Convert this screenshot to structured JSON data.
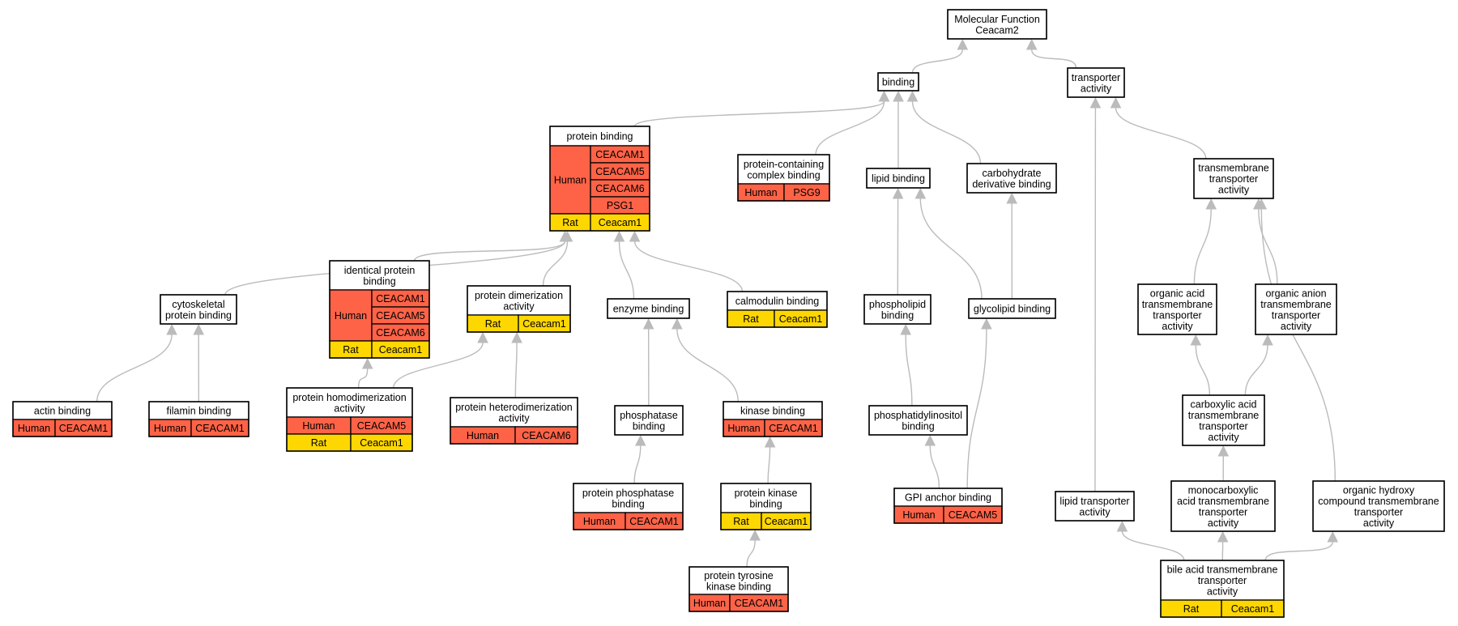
{
  "colors": {
    "human": "#ff6347",
    "rat": "#ffd700",
    "edge": "#bbbbbb",
    "border": "#000000"
  },
  "nodes": [
    {
      "id": "mf",
      "lines": [
        "Molecular Function",
        "Ceacam2"
      ],
      "species": []
    },
    {
      "id": "binding",
      "lines": [
        "binding"
      ],
      "species": []
    },
    {
      "id": "transporter",
      "lines": [
        "transporter",
        "activity"
      ],
      "species": []
    },
    {
      "id": "protein_binding",
      "lines": [
        "protein binding"
      ],
      "species": [
        {
          "name": "Human",
          "genes": [
            "CEACAM1",
            "CEACAM5",
            "CEACAM6",
            "PSG1"
          ]
        },
        {
          "name": "Rat",
          "genes": [
            "Ceacam1"
          ]
        }
      ]
    },
    {
      "id": "pccb",
      "lines": [
        "protein-containing",
        "complex binding"
      ],
      "species": [
        {
          "name": "Human",
          "genes": [
            "PSG9"
          ]
        }
      ]
    },
    {
      "id": "lipid_binding",
      "lines": [
        "lipid binding"
      ],
      "species": []
    },
    {
      "id": "carb",
      "lines": [
        "carbohydrate",
        "derivative binding"
      ],
      "species": []
    },
    {
      "id": "tm_transporter",
      "lines": [
        "transmembrane",
        "transporter",
        "activity"
      ],
      "species": []
    },
    {
      "id": "identical",
      "lines": [
        "identical protein",
        "binding"
      ],
      "species": [
        {
          "name": "Human",
          "genes": [
            "CEACAM1",
            "CEACAM5",
            "CEACAM6"
          ]
        },
        {
          "name": "Rat",
          "genes": [
            "Ceacam1"
          ]
        }
      ]
    },
    {
      "id": "dimer",
      "lines": [
        "protein dimerization",
        "activity"
      ],
      "species": [
        {
          "name": "Rat",
          "genes": [
            "Ceacam1"
          ]
        }
      ]
    },
    {
      "id": "cytoskeletal",
      "lines": [
        "cytoskeletal",
        "protein binding"
      ],
      "species": []
    },
    {
      "id": "enzyme",
      "lines": [
        "enzyme binding"
      ],
      "species": []
    },
    {
      "id": "calmodulin",
      "lines": [
        "calmodulin binding"
      ],
      "species": [
        {
          "name": "Rat",
          "genes": [
            "Ceacam1"
          ]
        }
      ]
    },
    {
      "id": "phospholipid",
      "lines": [
        "phospholipid",
        "binding"
      ],
      "species": []
    },
    {
      "id": "glycolipid",
      "lines": [
        "glycolipid binding"
      ],
      "species": []
    },
    {
      "id": "oacid",
      "lines": [
        "organic acid",
        "transmembrane",
        "transporter",
        "activity"
      ],
      "species": []
    },
    {
      "id": "oanion",
      "lines": [
        "organic anion",
        "transmembrane",
        "transporter",
        "activity"
      ],
      "species": []
    },
    {
      "id": "actin",
      "lines": [
        "actin binding"
      ],
      "species": [
        {
          "name": "Human",
          "genes": [
            "CEACAM1"
          ]
        }
      ]
    },
    {
      "id": "filamin",
      "lines": [
        "filamin binding"
      ],
      "species": [
        {
          "name": "Human",
          "genes": [
            "CEACAM1"
          ]
        }
      ]
    },
    {
      "id": "homodimer",
      "lines": [
        "protein homodimerization",
        "activity"
      ],
      "species": [
        {
          "name": "Human",
          "genes": [
            "CEACAM5"
          ]
        },
        {
          "name": "Rat",
          "genes": [
            "Ceacam1"
          ]
        }
      ]
    },
    {
      "id": "heterodimer",
      "lines": [
        "protein heterodimerization",
        "activity"
      ],
      "species": [
        {
          "name": "Human",
          "genes": [
            "CEACAM6"
          ]
        }
      ]
    },
    {
      "id": "phosphatase",
      "lines": [
        "phosphatase",
        "binding"
      ],
      "species": []
    },
    {
      "id": "kinase",
      "lines": [
        "kinase binding"
      ],
      "species": [
        {
          "name": "Human",
          "genes": [
            "CEACAM1"
          ]
        }
      ]
    },
    {
      "id": "pip",
      "lines": [
        "phosphatidylinositol",
        "binding"
      ],
      "species": []
    },
    {
      "id": "carboxylic",
      "lines": [
        "carboxylic acid",
        "transmembrane",
        "transporter",
        "activity"
      ],
      "species": []
    },
    {
      "id": "pphosphatase",
      "lines": [
        "protein phosphatase",
        "binding"
      ],
      "species": [
        {
          "name": "Human",
          "genes": [
            "CEACAM1"
          ]
        }
      ]
    },
    {
      "id": "pkinase",
      "lines": [
        "protein kinase",
        "binding"
      ],
      "species": [
        {
          "name": "Rat",
          "genes": [
            "Ceacam1"
          ]
        }
      ]
    },
    {
      "id": "gpi",
      "lines": [
        "GPI anchor binding"
      ],
      "species": [
        {
          "name": "Human",
          "genes": [
            "CEACAM5"
          ]
        }
      ]
    },
    {
      "id": "lipid_transporter",
      "lines": [
        "lipid transporter",
        "activity"
      ],
      "species": []
    },
    {
      "id": "monocarboxylic",
      "lines": [
        "monocarboxylic",
        "acid transmembrane",
        "transporter",
        "activity"
      ],
      "species": []
    },
    {
      "id": "ohydroxy",
      "lines": [
        "organic hydroxy",
        "compound transmembrane",
        "transporter",
        "activity"
      ],
      "species": []
    },
    {
      "id": "ptyrosine",
      "lines": [
        "protein tyrosine",
        "kinase binding"
      ],
      "species": [
        {
          "name": "Human",
          "genes": [
            "CEACAM1"
          ]
        }
      ]
    },
    {
      "id": "bile",
      "lines": [
        "bile acid transmembrane",
        "transporter",
        "activity"
      ],
      "species": [
        {
          "name": "Rat",
          "genes": [
            "Ceacam1"
          ]
        }
      ]
    }
  ],
  "edges": [
    [
      "binding",
      "mf"
    ],
    [
      "transporter",
      "mf"
    ],
    [
      "protein_binding",
      "binding"
    ],
    [
      "pccb",
      "binding"
    ],
    [
      "lipid_binding",
      "binding"
    ],
    [
      "carb",
      "binding"
    ],
    [
      "tm_transporter",
      "transporter"
    ],
    [
      "lipid_transporter",
      "transporter"
    ],
    [
      "identical",
      "protein_binding"
    ],
    [
      "dimer",
      "protein_binding"
    ],
    [
      "cytoskeletal",
      "protein_binding"
    ],
    [
      "enzyme",
      "protein_binding"
    ],
    [
      "calmodulin",
      "protein_binding"
    ],
    [
      "phospholipid",
      "lipid_binding"
    ],
    [
      "glycolipid",
      "lipid_binding"
    ],
    [
      "glycolipid",
      "carb"
    ],
    [
      "oacid",
      "tm_transporter"
    ],
    [
      "oanion",
      "tm_transporter"
    ],
    [
      "ohydroxy",
      "tm_transporter"
    ],
    [
      "actin",
      "cytoskeletal"
    ],
    [
      "filamin",
      "cytoskeletal"
    ],
    [
      "homodimer",
      "identical"
    ],
    [
      "homodimer",
      "dimer"
    ],
    [
      "heterodimer",
      "dimer"
    ],
    [
      "phosphatase",
      "enzyme"
    ],
    [
      "kinase",
      "enzyme"
    ],
    [
      "pip",
      "phospholipid"
    ],
    [
      "gpi",
      "pip"
    ],
    [
      "gpi",
      "glycolipid"
    ],
    [
      "carboxylic",
      "oacid"
    ],
    [
      "carboxylic",
      "oanion"
    ],
    [
      "pphosphatase",
      "phosphatase"
    ],
    [
      "pkinase",
      "kinase"
    ],
    [
      "ptyrosine",
      "pkinase"
    ],
    [
      "monocarboxylic",
      "carboxylic"
    ],
    [
      "bile",
      "monocarboxylic"
    ],
    [
      "bile",
      "lipid_transporter"
    ],
    [
      "bile",
      "ohydroxy"
    ]
  ]
}
